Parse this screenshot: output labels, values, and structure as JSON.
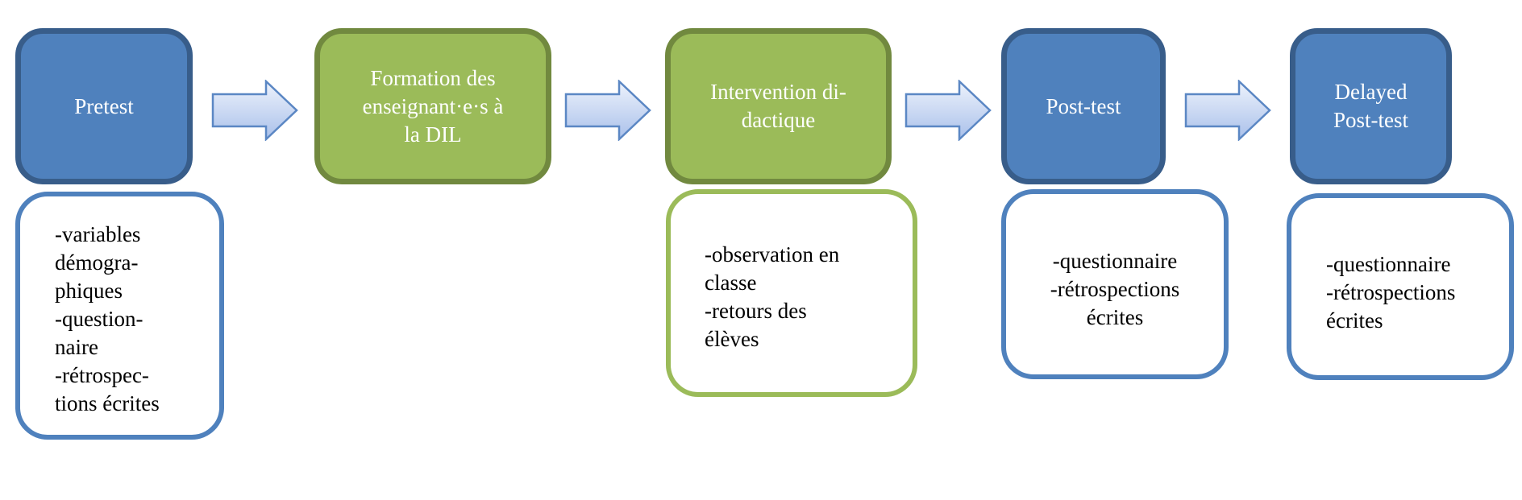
{
  "colors": {
    "blue_fill": "#4f81bd",
    "blue_border": "#385d8a",
    "green_fill": "#9bbb59",
    "green_border": "#71893f",
    "arrow_fill_top": "#e9effb",
    "arrow_fill_bottom": "#adc3ec",
    "arrow_border": "#5b87c4"
  },
  "stages": [
    {
      "label": "Pretest",
      "color": "blue",
      "details": "-variables\ndémogra-\nphiques\n-question-\nnaire\n-rétrospec-\ntions écrites"
    },
    {
      "label": "Formation des\nenseignant·e·s à\nla DIL",
      "color": "green"
    },
    {
      "label": "Intervention di-\ndactique",
      "color": "green",
      "details": "-observation en\nclasse\n-retours des\nélèves"
    },
    {
      "label": "Post-test",
      "color": "blue",
      "details": "-questionnaire\n-rétrospections\nécrites"
    },
    {
      "label": "Delayed\nPost-test",
      "color": "blue",
      "details": "-questionnaire\n-rétrospections\nécrites"
    }
  ],
  "arrows": [
    {
      "icon": "right-arrow-icon"
    },
    {
      "icon": "right-arrow-icon"
    },
    {
      "icon": "right-arrow-icon"
    },
    {
      "icon": "right-arrow-icon"
    }
  ]
}
